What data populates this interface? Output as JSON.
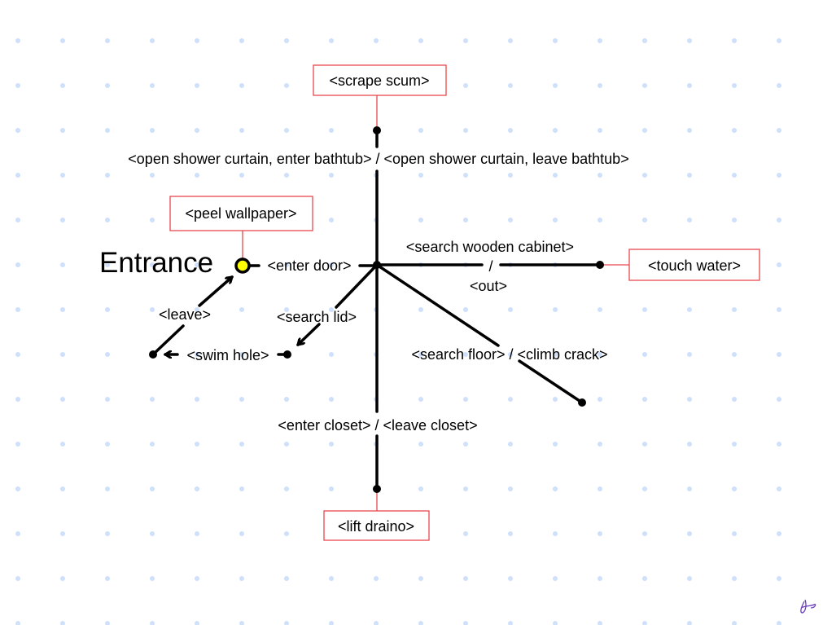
{
  "title": "Entrance",
  "colors": {
    "grid_dot": "#cfe0fb",
    "box_border": "#e8474f",
    "entrance_fill": "#ffff00",
    "signature": "#6a3fc1"
  },
  "edges": {
    "bathtub": "<open shower curtain, enter bathtub> / <open shower curtain, leave bathtub>",
    "cabinet": "<search wooden cabinet>",
    "cabinet_sep": "/",
    "out": "<out>",
    "enter_door": "<enter door>",
    "search_lid": "<search lid>",
    "leave": "<leave>",
    "swim_hole": "<swim hole>",
    "floor_crack": "<search floor> / <climb crack>",
    "closet": "<enter closet> / <leave closet>"
  },
  "actions": {
    "scrape_scum": "<scrape scum>",
    "peel_wallpaper": "<peel wallpaper>",
    "touch_water": "<touch water>",
    "lift_draino": "<lift draino>"
  },
  "signature": "Lorelei"
}
